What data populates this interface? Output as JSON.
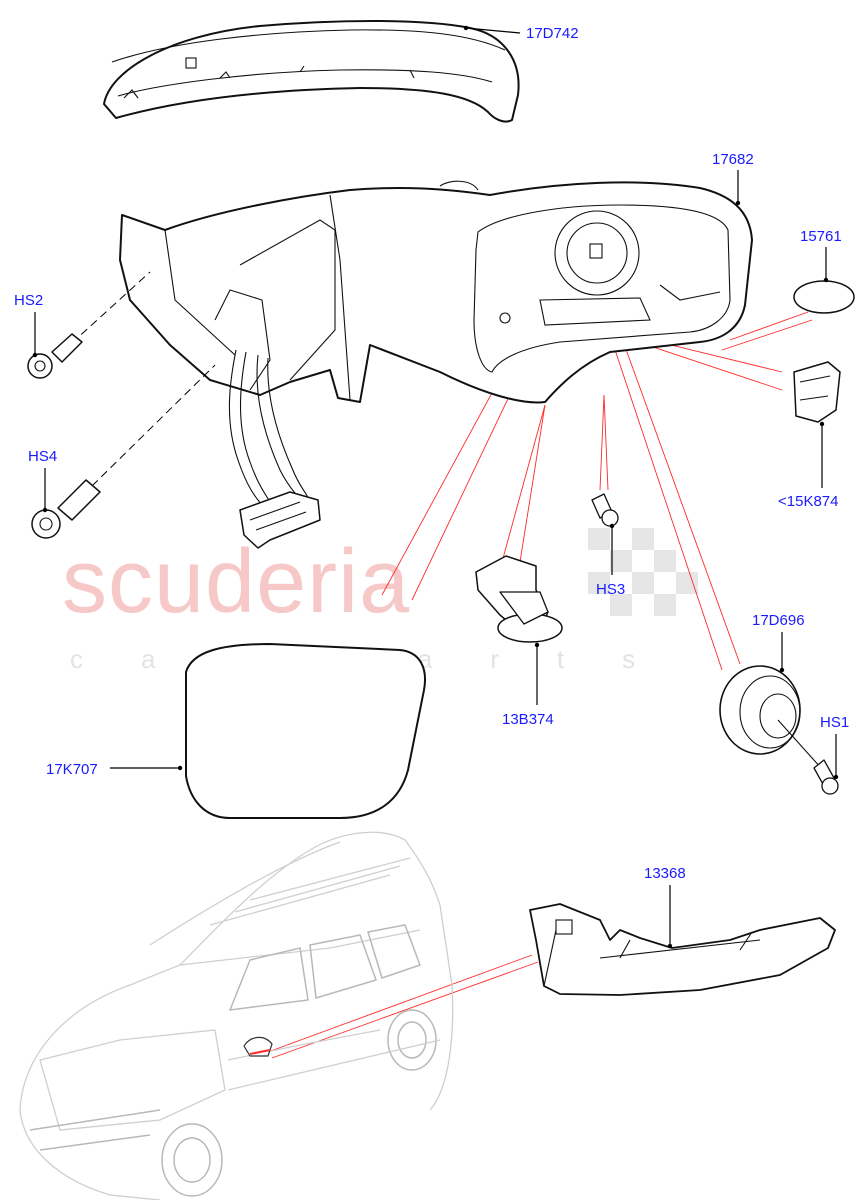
{
  "watermark": {
    "main": "scuderia",
    "sub": "car parts"
  },
  "labels": {
    "cap": "17D742",
    "housing": "17682",
    "screw_hs2": "HS2",
    "screw_hs4": "HS4",
    "seal": "15761",
    "clip": "<15K874",
    "screw_hs3": "HS3",
    "motor": "17D696",
    "screw_hs1": "HS1",
    "lamp_unit": "13B374",
    "glass": "17K707",
    "indicator": "13368"
  }
}
